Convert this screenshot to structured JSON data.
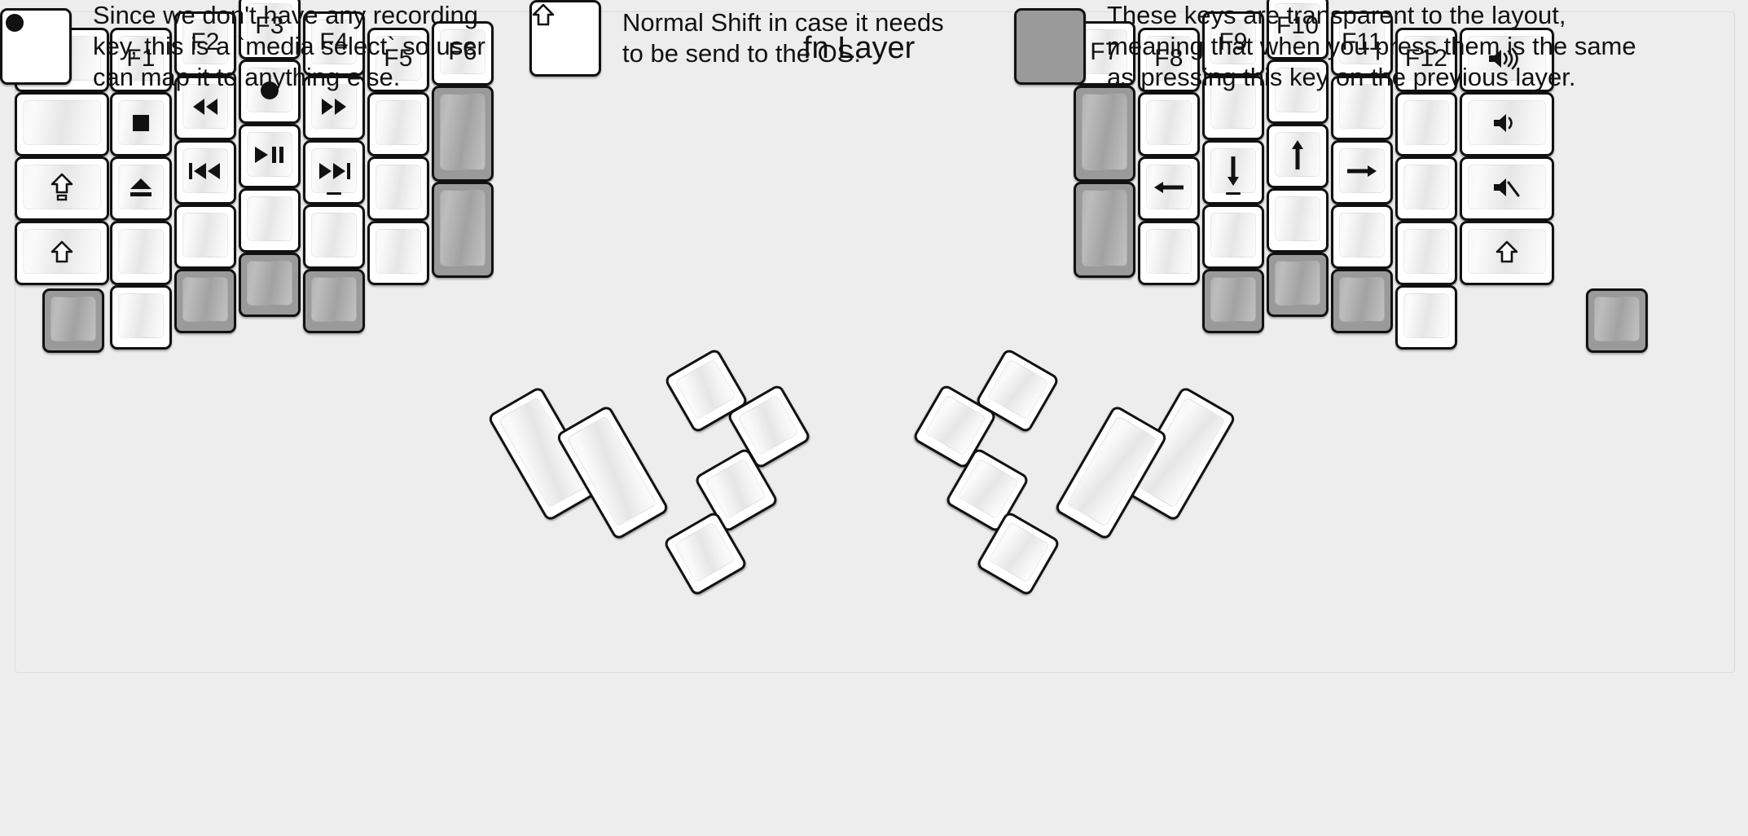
{
  "title": "fn Layer",
  "colors": {
    "background": "#ededed",
    "key_face": "#ffffff",
    "key_outline": "#111111",
    "transparent_key": "#9a9a9a",
    "text": "#111111"
  },
  "legend": [
    {
      "icon": "record-icon",
      "key_style": "normal",
      "text": "Since we don't have any recording\nkey, this is a `media select` so user\ncan map it to anything else."
    },
    {
      "icon": "shift-arrow-icon",
      "key_style": "normal",
      "text": "Normal Shift in case it needs\nto be send to the OS."
    },
    {
      "icon": "none",
      "key_style": "transparent",
      "text": "These keys are transparent to the layout,\nmeaning that when you press them is the same\nas pressing this key on the previous layer."
    }
  ],
  "left_half": {
    "columns": [
      {
        "name": "col-outer-left",
        "keys": [
          {
            "icon": "none",
            "label": ""
          },
          {
            "icon": "none",
            "label": ""
          },
          {
            "icon": "caps-lock-icon",
            "label": ""
          },
          {
            "icon": "shift-arrow-icon",
            "label": ""
          },
          {
            "icon": "none",
            "label": "",
            "style": "transparent"
          }
        ]
      },
      {
        "name": "col-f1",
        "keys": [
          {
            "icon": "none",
            "label": "F1"
          },
          {
            "icon": "stop-icon",
            "label": ""
          },
          {
            "icon": "eject-icon",
            "label": ""
          },
          {
            "icon": "none",
            "label": ""
          },
          {
            "icon": "none",
            "label": ""
          }
        ]
      },
      {
        "name": "col-f2",
        "keys": [
          {
            "icon": "none",
            "label": "F2"
          },
          {
            "icon": "rewind-icon",
            "label": ""
          },
          {
            "icon": "prev-track-icon",
            "label": ""
          },
          {
            "icon": "none",
            "label": ""
          },
          {
            "icon": "none",
            "label": "",
            "style": "transparent"
          }
        ]
      },
      {
        "name": "col-f3",
        "keys": [
          {
            "icon": "none",
            "label": "F3"
          },
          {
            "icon": "record-icon",
            "label": ""
          },
          {
            "icon": "play-pause-icon",
            "label": ""
          },
          {
            "icon": "none",
            "label": ""
          },
          {
            "icon": "none",
            "label": "",
            "style": "transparent"
          }
        ]
      },
      {
        "name": "col-f4",
        "keys": [
          {
            "icon": "none",
            "label": "F4"
          },
          {
            "icon": "fast-forward-icon",
            "label": ""
          },
          {
            "icon": "next-track-icon",
            "label": ""
          },
          {
            "icon": "none",
            "label": ""
          },
          {
            "icon": "none",
            "label": "",
            "style": "transparent"
          }
        ]
      },
      {
        "name": "col-f5",
        "keys": [
          {
            "icon": "none",
            "label": "F5"
          },
          {
            "icon": "none",
            "label": ""
          },
          {
            "icon": "none",
            "label": ""
          },
          {
            "icon": "none",
            "label": ""
          }
        ]
      },
      {
        "name": "col-f6",
        "keys": [
          {
            "icon": "none",
            "label": "F6"
          },
          {
            "icon": "none",
            "label": "",
            "style": "transparent"
          },
          {
            "icon": "none",
            "label": "",
            "style": "transparent"
          }
        ]
      }
    ],
    "thumb_cluster": [
      {
        "icon": "none",
        "label": ""
      },
      {
        "icon": "none",
        "label": ""
      },
      {
        "icon": "none",
        "label": ""
      },
      {
        "icon": "none",
        "label": ""
      },
      {
        "icon": "none",
        "label": ""
      },
      {
        "icon": "none",
        "label": ""
      }
    ]
  },
  "right_half": {
    "columns": [
      {
        "name": "col-f7",
        "keys": [
          {
            "icon": "none",
            "label": "F7"
          },
          {
            "icon": "none",
            "label": "",
            "style": "transparent"
          },
          {
            "icon": "none",
            "label": "",
            "style": "transparent"
          }
        ]
      },
      {
        "name": "col-f8",
        "keys": [
          {
            "icon": "none",
            "label": "F8"
          },
          {
            "icon": "none",
            "label": ""
          },
          {
            "icon": "arrow-left-icon",
            "label": ""
          },
          {
            "icon": "none",
            "label": ""
          }
        ]
      },
      {
        "name": "col-f9",
        "keys": [
          {
            "icon": "none",
            "label": "F9"
          },
          {
            "icon": "none",
            "label": ""
          },
          {
            "icon": "arrow-down-icon",
            "label": ""
          },
          {
            "icon": "none",
            "label": ""
          },
          {
            "icon": "none",
            "label": "",
            "style": "transparent"
          }
        ]
      },
      {
        "name": "col-f10",
        "keys": [
          {
            "icon": "none",
            "label": "F10"
          },
          {
            "icon": "none",
            "label": ""
          },
          {
            "icon": "arrow-up-icon",
            "label": ""
          },
          {
            "icon": "none",
            "label": ""
          },
          {
            "icon": "none",
            "label": "",
            "style": "transparent"
          }
        ]
      },
      {
        "name": "col-f11",
        "keys": [
          {
            "icon": "none",
            "label": "F11"
          },
          {
            "icon": "none",
            "label": ""
          },
          {
            "icon": "arrow-right-icon",
            "label": ""
          },
          {
            "icon": "none",
            "label": ""
          },
          {
            "icon": "none",
            "label": "",
            "style": "transparent"
          }
        ]
      },
      {
        "name": "col-f12",
        "keys": [
          {
            "icon": "none",
            "label": "F12"
          },
          {
            "icon": "none",
            "label": ""
          },
          {
            "icon": "none",
            "label": ""
          },
          {
            "icon": "none",
            "label": ""
          },
          {
            "icon": "none",
            "label": ""
          }
        ]
      },
      {
        "name": "col-outer-right",
        "keys": [
          {
            "icon": "volume-up-icon",
            "label": ""
          },
          {
            "icon": "volume-down-icon",
            "label": ""
          },
          {
            "icon": "mute-icon",
            "label": ""
          },
          {
            "icon": "shift-arrow-icon",
            "label": ""
          },
          {
            "icon": "none",
            "label": "",
            "style": "transparent"
          }
        ]
      }
    ],
    "thumb_cluster": [
      {
        "icon": "none",
        "label": ""
      },
      {
        "icon": "none",
        "label": ""
      },
      {
        "icon": "none",
        "label": ""
      },
      {
        "icon": "none",
        "label": ""
      },
      {
        "icon": "none",
        "label": ""
      },
      {
        "icon": "none",
        "label": ""
      }
    ]
  }
}
